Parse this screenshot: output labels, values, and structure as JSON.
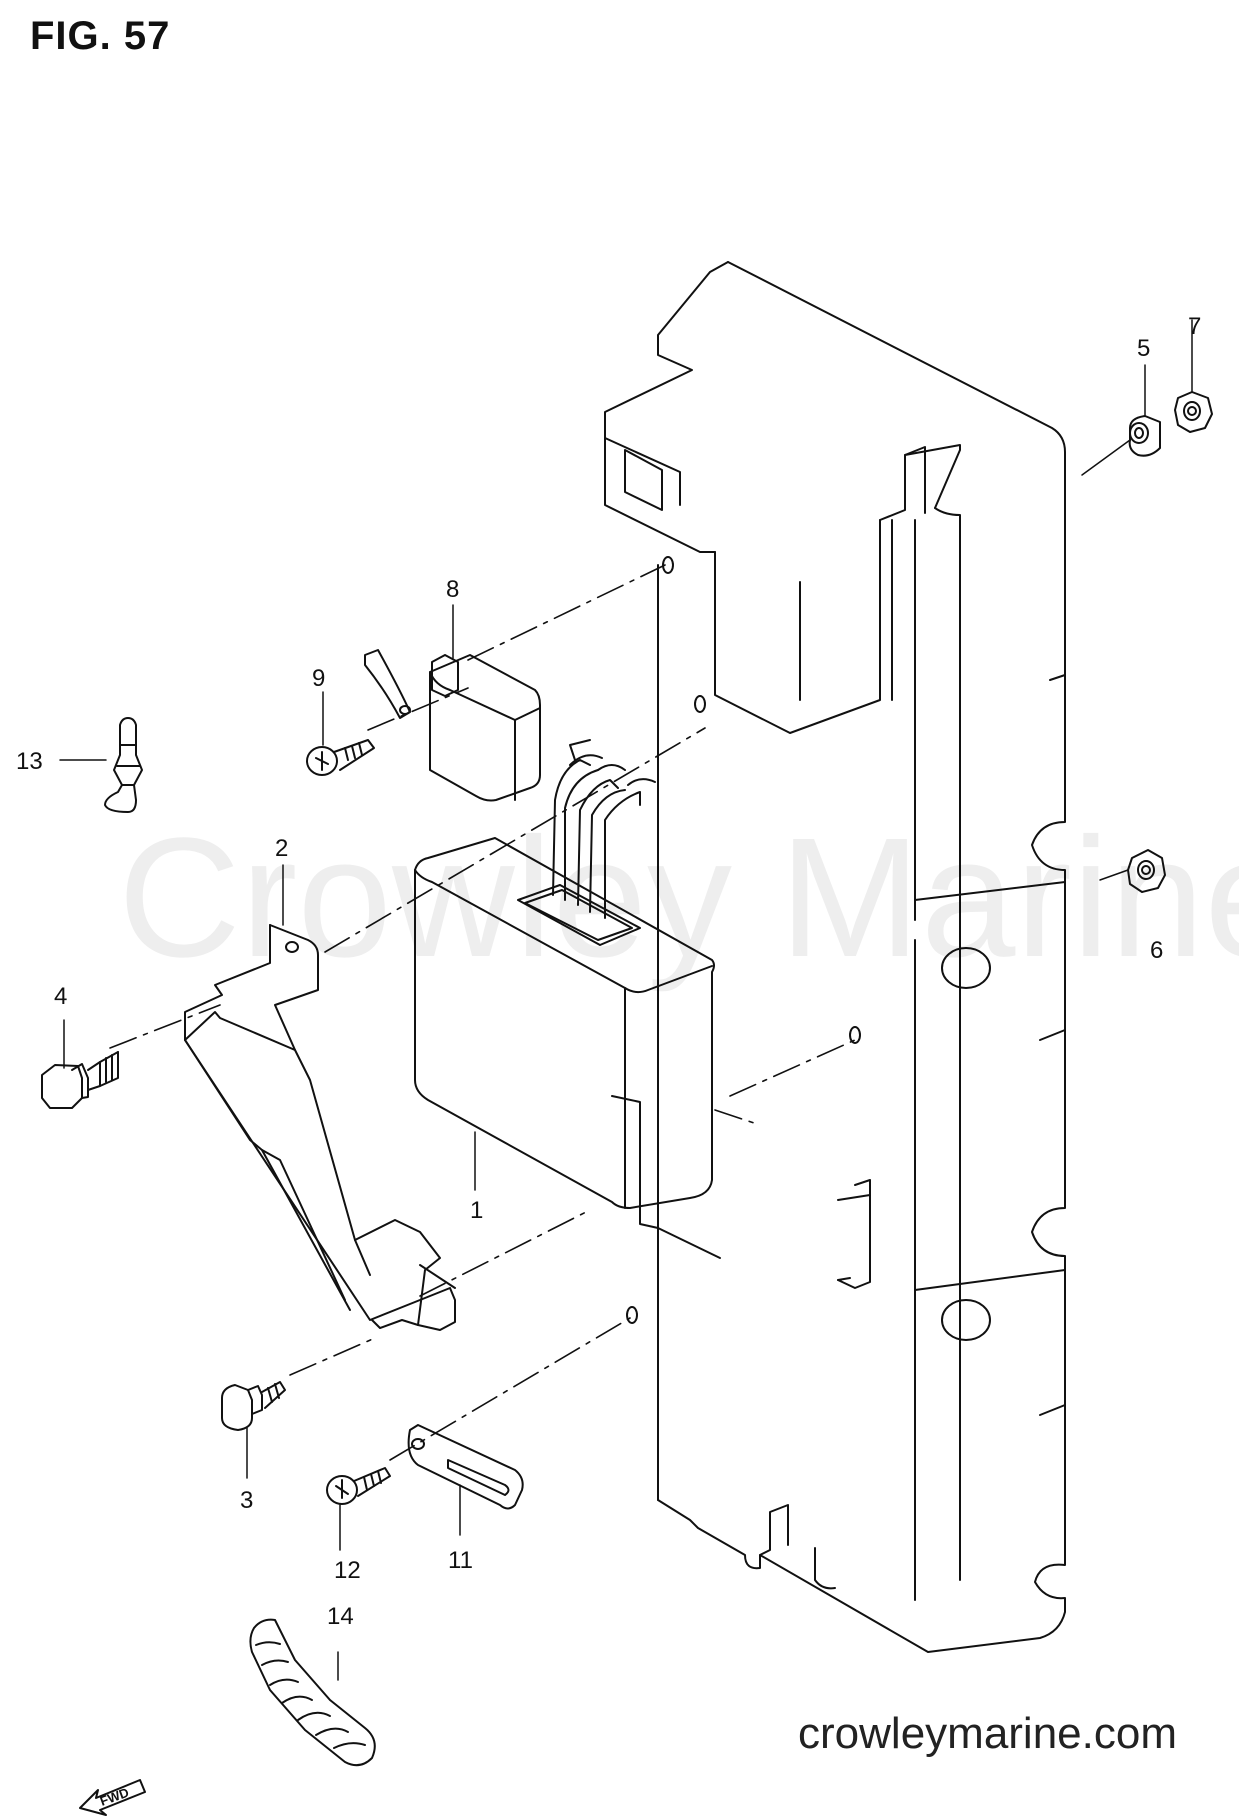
{
  "figure": {
    "title": "FIG. 57"
  },
  "watermark": "Crowley Marine",
  "footer": {
    "url": "crowleymarine.com"
  },
  "fwd_badge": "FWD",
  "callouts": [
    {
      "id": "c1",
      "label": "1"
    },
    {
      "id": "c2",
      "label": "2"
    },
    {
      "id": "c3",
      "label": "3"
    },
    {
      "id": "c4",
      "label": "4"
    },
    {
      "id": "c5",
      "label": "5"
    },
    {
      "id": "c6",
      "label": "6"
    },
    {
      "id": "c7",
      "label": "7"
    },
    {
      "id": "c8",
      "label": "8"
    },
    {
      "id": "c9",
      "label": "9"
    },
    {
      "id": "c11",
      "label": "11"
    },
    {
      "id": "c12",
      "label": "12"
    },
    {
      "id": "c13",
      "label": "13"
    },
    {
      "id": "c14",
      "label": "14"
    }
  ]
}
